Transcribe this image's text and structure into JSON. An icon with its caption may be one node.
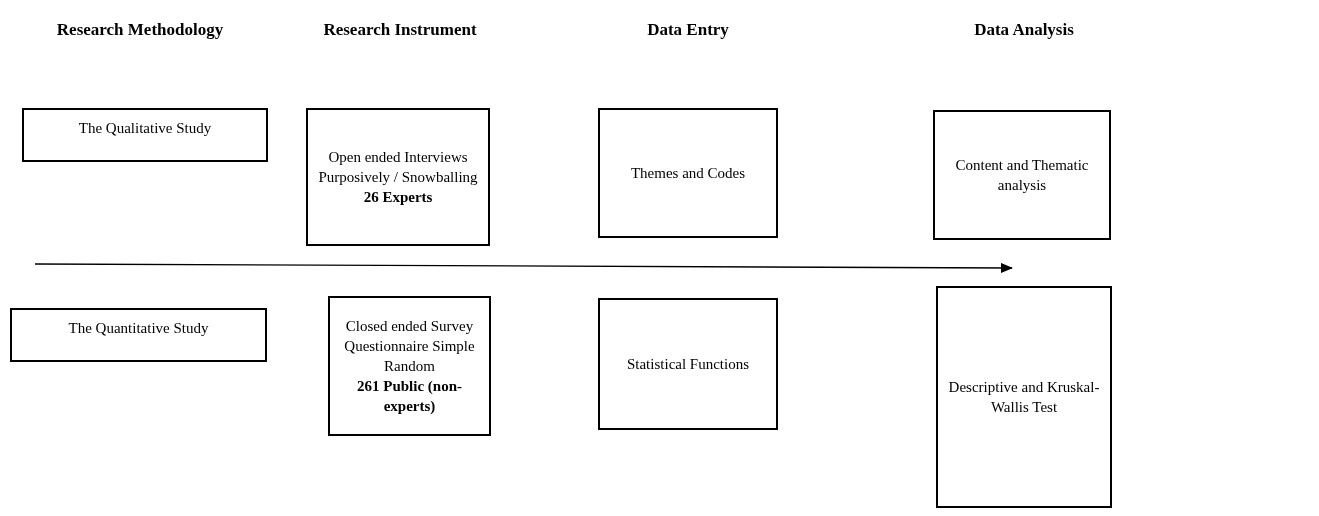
{
  "diagram": {
    "nodes": [
      {
        "text": [
          "The Qualitative Study"
        ]
      },
      {
        "text": [
          "Open ended Interviews Purposively / Snowballing",
          "26 Experts"
        ]
      },
      {
        "text": [
          "Themes and Codes"
        ]
      },
      {
        "text": [
          "Content and Thematic analysis"
        ]
      },
      {
        "text": [
          "The Quantitative Study"
        ]
      },
      {
        "text": [
          "Closed ended Survey Questionnaire Simple Random",
          "261 Public (non-experts)"
        ]
      },
      {
        "text": [
          "Statistical Functions"
        ]
      },
      {
        "text": [
          "Descriptive and Kruskal-Wallis Test"
        ]
      }
    ],
    "labels": [
      "Research Methodology",
      "Research Instrument",
      "Data Entry",
      "Data Analysis"
    ]
  }
}
